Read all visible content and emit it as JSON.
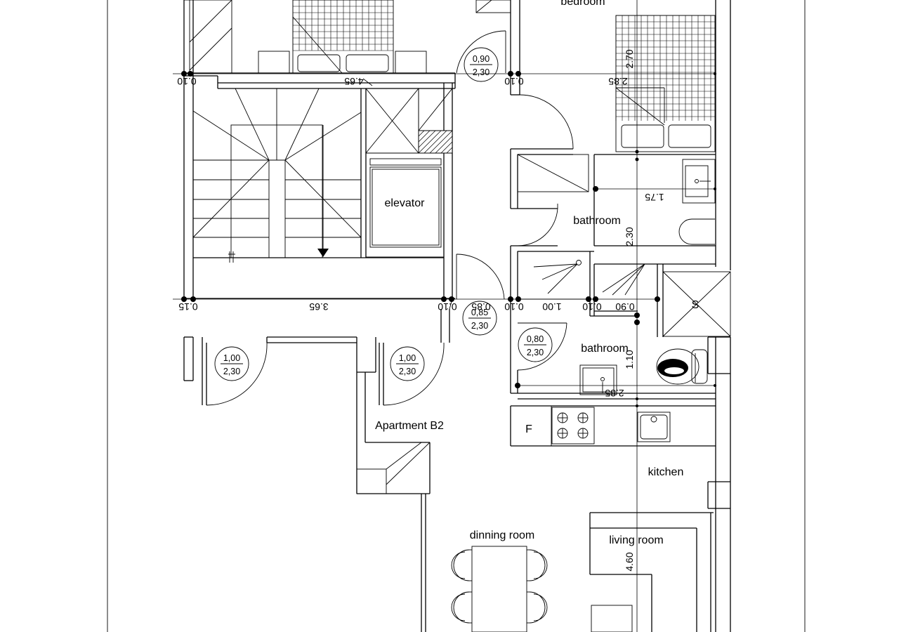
{
  "rooms": {
    "bedroom": "bedroom",
    "elevator": "elevator",
    "bathroom_upper": "bathroom",
    "bathroom_lower": "bathroom",
    "apartment": "Apartment B2",
    "kitchen": "kitchen",
    "dining": "dinning room",
    "living": "living room",
    "fridge": "F",
    "shaft": "S"
  },
  "dimensions": {
    "d_010_a": "0.10",
    "d_465": "4.65",
    "d_010_b": "0.10",
    "d_285_top": "2.85",
    "d_270": "2.70",
    "d_175": "1.75",
    "d_230": "2.30",
    "d_015": "0.15",
    "d_365": "3.65",
    "d_010_c": "0.10",
    "d_085": "0.85",
    "d_010_d": "0.10",
    "d_100": "1.00",
    "d_010_e": "0.10",
    "d_090": "0.90",
    "d_110": "1.10",
    "d_285_mid": "2.85",
    "d_460": "4.60"
  },
  "doors": [
    {
      "width": "0,90",
      "height": "2,30"
    },
    {
      "width": "0,85",
      "height": "2,30"
    },
    {
      "width": "0,80",
      "height": "2,30"
    },
    {
      "width": "1,00",
      "height": "2,30"
    },
    {
      "width": "1,00",
      "height": "2,30"
    }
  ]
}
